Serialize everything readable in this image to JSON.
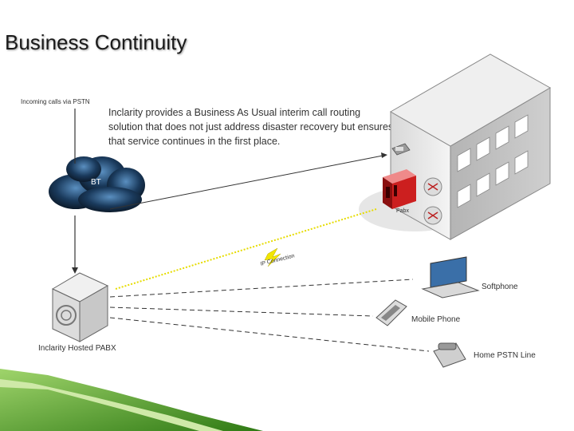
{
  "slide": {
    "title": "Business Continuity",
    "description": "Inclarity provides a Business As Usual interim call routing solution that does not just address disaster recovery but ensures that service continues in the first place."
  },
  "labels": {
    "incoming": "Incoming calls via PSTN",
    "cloud": "BT",
    "pabx_small": "Pabx",
    "hosted_pabx": "Inclarity Hosted PABX",
    "ip_connection": "IP Connection",
    "softphone": "Softphone",
    "mobile": "Mobile Phone",
    "home_line": "Home PSTN Line"
  },
  "colors": {
    "cloud": "#1a3a5c",
    "pabx_red": "#cc1f1f",
    "lightning": "#f2e600",
    "grass": "#3a8a1a"
  }
}
